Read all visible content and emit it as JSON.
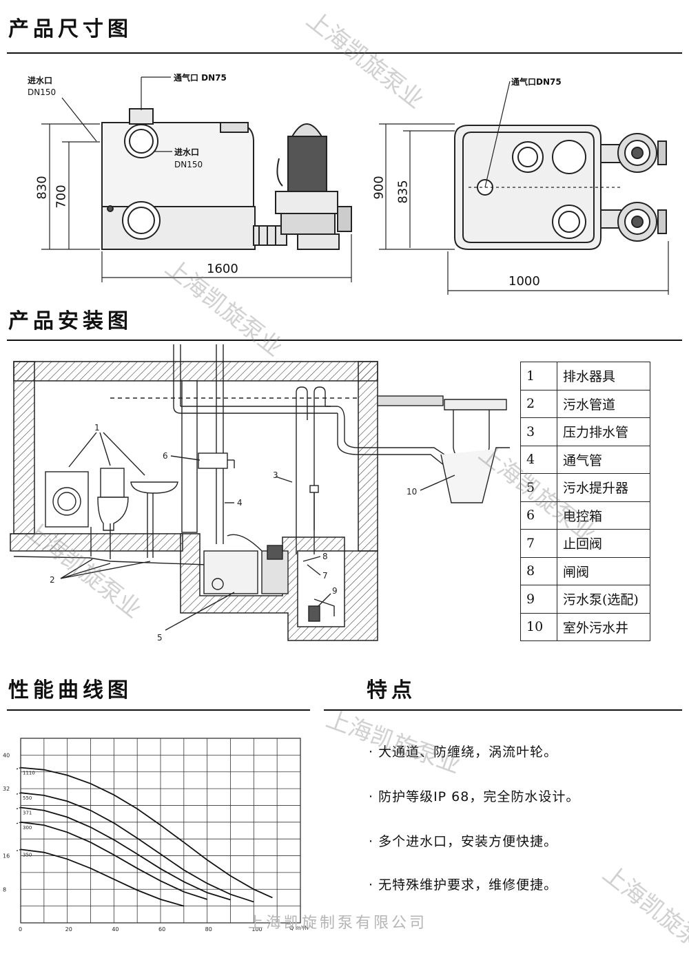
{
  "sections": {
    "dimensions_title": "产品尺寸图",
    "installation_title": "产品安装图",
    "performance_title": "性能曲线图",
    "features_title": "特点"
  },
  "dimension_drawing": {
    "inlet_label": "进水口",
    "inlet_size": "DN150",
    "vent_label": "通气口 DN75",
    "inlet2_label": "进水口",
    "inlet2_size": "DN150",
    "vent_top_label": "通气口DN75",
    "dim_830": "830",
    "dim_700": "700",
    "dim_1600": "1600",
    "dim_900": "900",
    "dim_835": "835",
    "dim_1000": "1000"
  },
  "installation": {
    "callouts": [
      "1",
      "2",
      "3",
      "4",
      "5",
      "6",
      "7",
      "8",
      "9",
      "10"
    ],
    "legend": [
      {
        "num": "1",
        "text": "排水器具"
      },
      {
        "num": "2",
        "text": "污水管道"
      },
      {
        "num": "3",
        "text": "压力排水管"
      },
      {
        "num": "4",
        "text": "通气管"
      },
      {
        "num": "5",
        "text": "污水提升器"
      },
      {
        "num": "6",
        "text": "电控箱"
      },
      {
        "num": "7",
        "text": "止回阀"
      },
      {
        "num": "8",
        "text": "闸阀"
      },
      {
        "num": "9",
        "text": "污水泵(选配)"
      },
      {
        "num": "10",
        "text": "室外污水井"
      }
    ]
  },
  "chart_data": {
    "type": "line",
    "title": "",
    "xlabel": "Q m³/h",
    "ylabel": "",
    "x_ticks": [
      "0",
      "20",
      "40",
      "60",
      "80",
      "100"
    ],
    "y_ticks": [
      "",
      "8",
      "",
      "",
      "16",
      "",
      "",
      "",
      "",
      "32",
      "",
      "",
      "40"
    ],
    "xlim": [
      0,
      120
    ],
    "ylim": [
      0,
      44
    ],
    "grid": true,
    "series": [
      {
        "name": "1110",
        "x": [
          0,
          10,
          20,
          30,
          40,
          50,
          60,
          70,
          80,
          90,
          100,
          108
        ],
        "y": [
          37,
          36.5,
          35.2,
          33.2,
          30.5,
          27.2,
          23.3,
          19.2,
          15,
          11.2,
          8,
          6
        ]
      },
      {
        "name": "550",
        "x": [
          0,
          10,
          20,
          30,
          40,
          50,
          60,
          70,
          80,
          90,
          100
        ],
        "y": [
          31,
          30.4,
          29,
          26.8,
          23.8,
          20.2,
          16.4,
          12.6,
          9.4,
          6.8,
          5
        ]
      },
      {
        "name": "371",
        "x": [
          0,
          10,
          20,
          30,
          40,
          50,
          60,
          70,
          80,
          90
        ],
        "y": [
          27.5,
          26.8,
          25.2,
          22.8,
          19.8,
          16.4,
          12.9,
          9.8,
          7.2,
          5.5
        ]
      },
      {
        "name": "300",
        "x": [
          0,
          10,
          20,
          30,
          40,
          50,
          60,
          70,
          80
        ],
        "y": [
          24,
          23.3,
          21.6,
          19.2,
          16.2,
          13,
          10,
          7.4,
          5.6
        ]
      },
      {
        "name": "350",
        "x": [
          0,
          10,
          20,
          30,
          40,
          50,
          60,
          70
        ],
        "y": [
          17.5,
          16.8,
          15.2,
          13,
          10.4,
          7.8,
          5.6,
          4
        ]
      }
    ]
  },
  "features": [
    "· 大通道、防缠绕，涡流叶轮。",
    "· 防护等级IP 68，完全防水设计。",
    "· 多个进水口，安装方便快捷。",
    "· 无特殊维护要求，维修便捷。"
  ],
  "footer": {
    "company": "上海凯旋制泵有限公司"
  },
  "watermark": {
    "text": "上海凯旋泵业"
  }
}
